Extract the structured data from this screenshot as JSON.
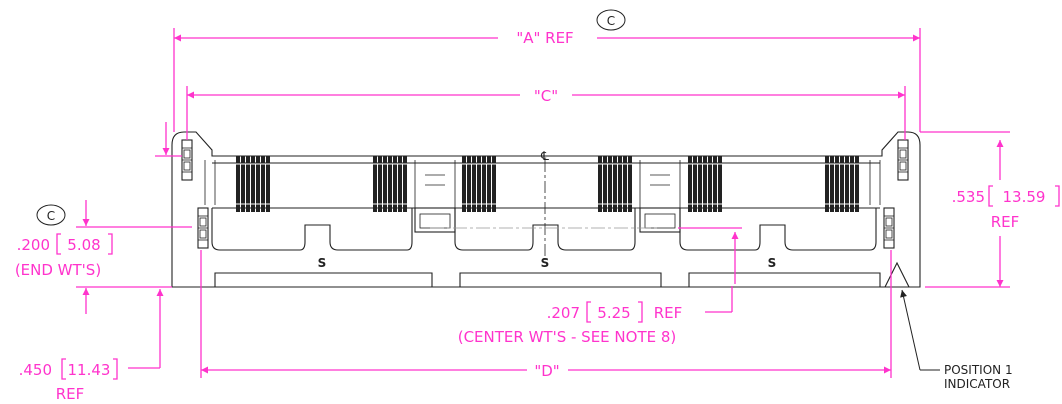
{
  "dimensions": {
    "a_ref": "\"A\" REF",
    "c_symbol": "C",
    "c_dim": "\"C\"",
    "height_value": ".535",
    "height_metric": "13.59",
    "height_ref": "REF",
    "end_value": ".200",
    "end_metric": "5.08",
    "end_note": "(END WT'S)",
    "center_value": ".207",
    "center_metric": "5.25",
    "center_ref": "REF",
    "center_note": "(CENTER WT'S - SEE NOTE 8)",
    "base_value": ".450",
    "base_metric": "11.43",
    "base_ref": "REF",
    "d_dim": "\"D\""
  },
  "callouts": {
    "position_line1": "POSITION 1",
    "position_line2": "INDICATOR"
  },
  "part_mark": "S",
  "centerline_mark": "℄",
  "colors": {
    "dimension": "#ff33cc",
    "outline": "#222222"
  }
}
